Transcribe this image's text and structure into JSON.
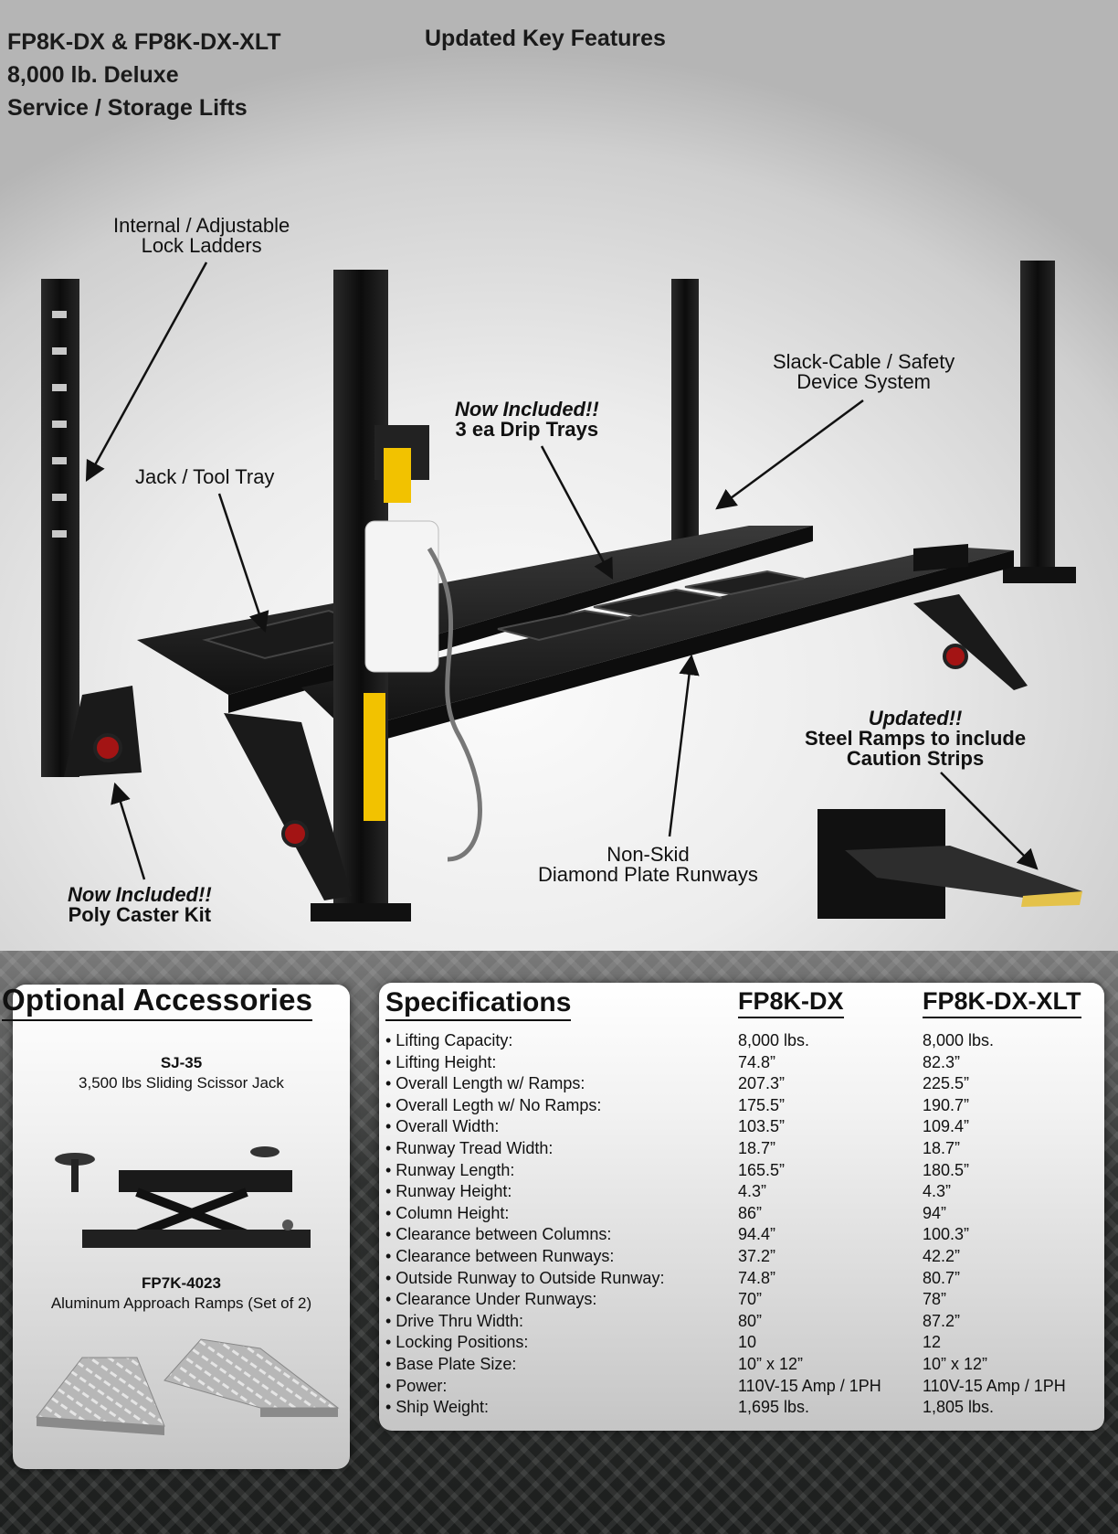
{
  "header": {
    "title_lines": [
      "FP8K-DX & FP8K-DX-XLT",
      "8,000 lb. Deluxe",
      "Service / Storage Lifts"
    ],
    "subtitle": "Updated Key Features"
  },
  "callouts": {
    "lock_ladders": [
      "Internal / Adjustable",
      "Lock Ladders"
    ],
    "jack_tray": "Jack / Tool Tray",
    "drip_trays": [
      "Now Included!!",
      "3 ea Drip Trays"
    ],
    "slack_cable": [
      "Slack-Cable / Safety",
      "Device System"
    ],
    "steel_ramps": [
      "Updated!!",
      "Steel Ramps to include",
      "Caution Strips"
    ],
    "runways": [
      "Non-Skid",
      "Diamond Plate Runways"
    ],
    "caster_kit": [
      "Now Included!!",
      "Poly Caster Kit"
    ]
  },
  "accessories": {
    "title": "Optional Accessories",
    "items": [
      {
        "code": "SJ-35",
        "desc": "3,500 lbs Sliding Scissor Jack"
      },
      {
        "code": "FP7K-4023",
        "desc": "Aluminum Approach Ramps (Set of 2)"
      }
    ]
  },
  "specs": {
    "title": "Specifications",
    "col_dx": "FP8K-DX",
    "col_xlt": "FP8K-DX-XLT",
    "rows": [
      {
        "label": "• Lifting Capacity:",
        "dx": "8,000 lbs.",
        "xlt": "8,000 lbs."
      },
      {
        "label": "• Lifting Height:",
        "dx": "74.8”",
        "xlt": "82.3”"
      },
      {
        "label": "• Overall Length w/ Ramps:",
        "dx": "207.3”",
        "xlt": "225.5”"
      },
      {
        "label": "• Overall Legth w/ No Ramps:",
        "dx": "175.5”",
        "xlt": "190.7”"
      },
      {
        "label": "• Overall Width:",
        "dx": "103.5”",
        "xlt": "109.4”"
      },
      {
        "label": "• Runway Tread Width:",
        "dx": "18.7”",
        "xlt": "18.7”"
      },
      {
        "label": "• Runway Length:",
        "dx": "165.5”",
        "xlt": "180.5”"
      },
      {
        "label": "• Runway Height:",
        "dx": "4.3”",
        "xlt": "4.3”"
      },
      {
        "label": "• Column Height:",
        "dx": "86”",
        "xlt": "94”"
      },
      {
        "label": "• Clearance between Columns:",
        "dx": "94.4”",
        "xlt": "100.3”"
      },
      {
        "label": "• Clearance between Runways:",
        "dx": "37.2”",
        "xlt": "42.2”"
      },
      {
        "label": "• Outside Runway to Outside Runway:",
        "dx": "74.8”",
        "xlt": "80.7”"
      },
      {
        "label": "• Clearance Under Runways:",
        "dx": "70”",
        "xlt": "78”"
      },
      {
        "label": "• Drive Thru Width:",
        "dx": "80”",
        "xlt": "87.2”"
      },
      {
        "label": "• Locking Positions:",
        "dx": "10",
        "xlt": "12"
      },
      {
        "label": "• Base Plate Size:",
        "dx": "10” x 12”",
        "xlt": "10” x 12”"
      },
      {
        "label": "• Power:",
        "dx": "110V-15 Amp / 1PH",
        "xlt": "110V-15 Amp / 1PH"
      },
      {
        "label": "• Ship Weight:",
        "dx": "1,695 lbs.",
        "xlt": "1,805 lbs."
      }
    ]
  },
  "colors": {
    "lift": "#151515",
    "arrow": "#111111",
    "warning_yellow": "#f2c200",
    "caster_red": "#a31414"
  }
}
